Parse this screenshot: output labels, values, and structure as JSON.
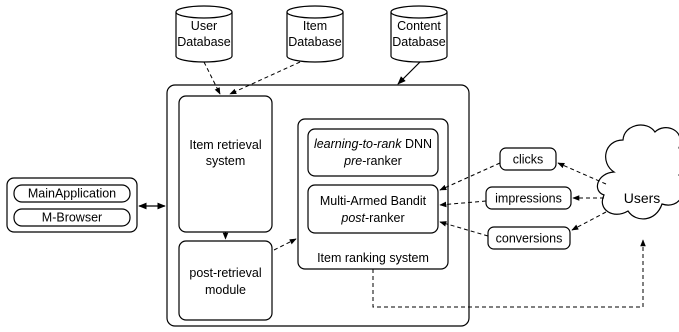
{
  "databases": {
    "user": [
      "User",
      "Database"
    ],
    "item": [
      "Item",
      "Database"
    ],
    "content": [
      "Content",
      "Database"
    ]
  },
  "item_retrieval": [
    "Item retrieval",
    "system"
  ],
  "post_retrieval": [
    "post-retrieval",
    "module"
  ],
  "ranking_system_label": "Item ranking system",
  "ltr_pre_ranker": {
    "line1_italic": "learning-to-rank",
    "line1_rest": " DNN",
    "line2_italic": "pre",
    "line2_rest": "-ranker"
  },
  "mab_post_ranker": {
    "line1": "Multi-Armed Bandit",
    "line2_italic": "post",
    "line2_rest": "-ranker"
  },
  "signals": {
    "clicks": "clicks",
    "impressions": "impressions",
    "conversions": "conversions"
  },
  "users": "Users",
  "clients": {
    "main_app": "MainApplication",
    "browser": "M-Browser"
  }
}
